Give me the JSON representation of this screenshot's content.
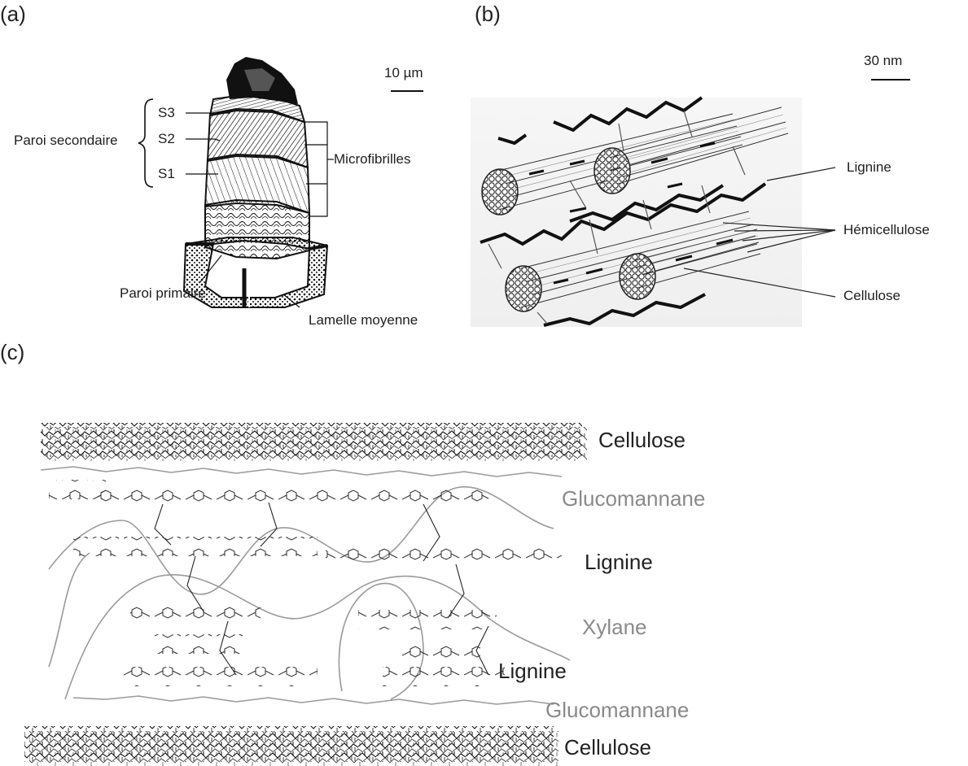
{
  "panels": {
    "a": {
      "letter": "(a)",
      "scale_bar": "10 µm",
      "labels": {
        "secondary_wall": "Paroi secondaire",
        "s3": "S3",
        "s2": "S2",
        "s1": "S1",
        "microfibrils": "Microfibrilles",
        "primary_wall": "Paroi primaire",
        "middle_lamella": "Lamelle moyenne"
      }
    },
    "b": {
      "letter": "(b)",
      "scale_bar": "30 nm",
      "labels": {
        "lignin": "Lignine",
        "hemicellulose": "Hémicellulose",
        "cellulose": "Cellulose"
      }
    },
    "c": {
      "letter": "(c)",
      "labels": {
        "cellulose_top": "Cellulose",
        "glucomannan_top": "Glucomannane",
        "lignin_top": "Lignine",
        "xylan": "Xylane",
        "lignin_bottom": "Lignine",
        "glucomannan_bottom": "Glucomannane",
        "cellulose_bottom": "Cellulose"
      }
    }
  },
  "colors": {
    "text_dark": "#222222",
    "text_grey": "#8a8a8a",
    "drawing_black": "#111111",
    "drawing_grey": "#9a9a9a"
  }
}
